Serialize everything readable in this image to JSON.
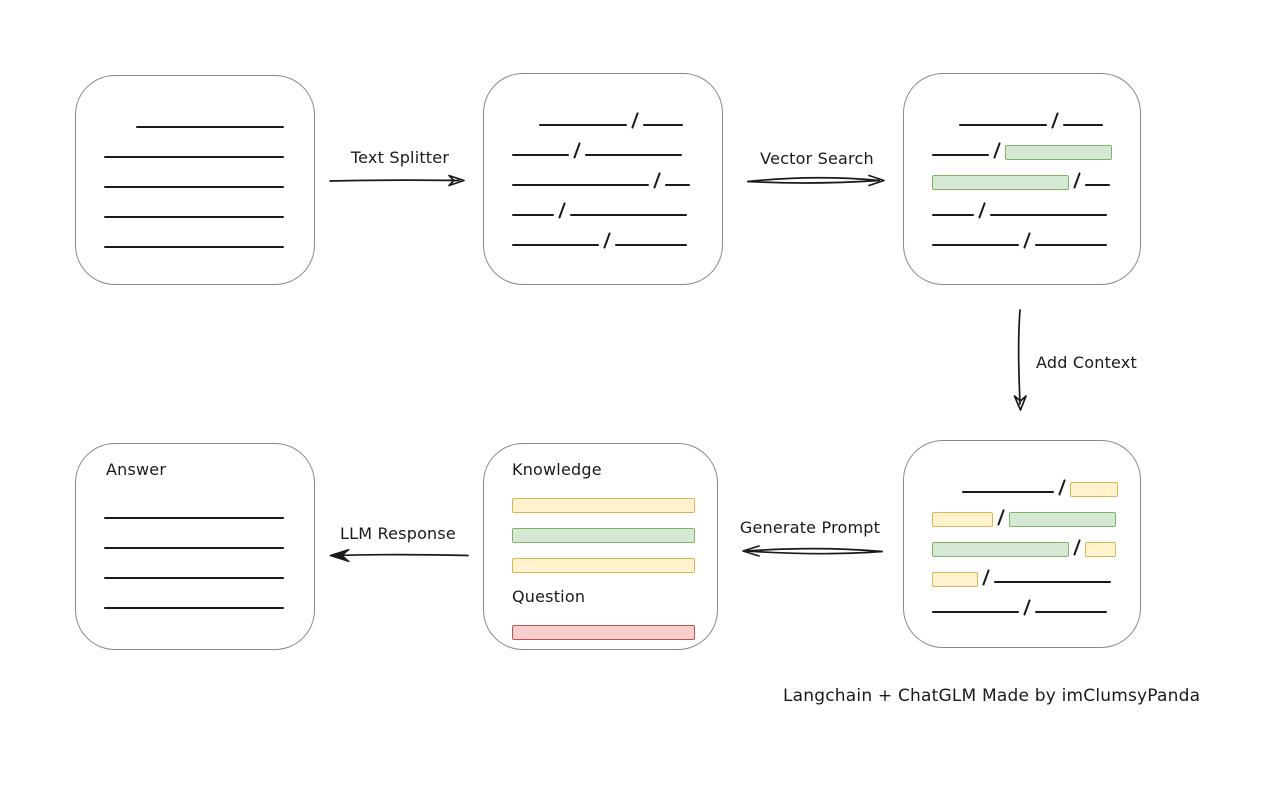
{
  "caption": "Langchain + ChatGLM Made by imClumsyPanda",
  "colors": {
    "background": "#ffffff",
    "line_color": "#1a1a1a",
    "box_border": "#8a8a8a",
    "green_fill": "#d5e8d4",
    "green_border": "#82b366",
    "yellow_fill": "#fff2cc",
    "yellow_border": "#d6b656",
    "red_fill": "#f8cecc",
    "red_border": "#b85450"
  },
  "arrows": {
    "text_splitter": {
      "label": "Text Splitter"
    },
    "vector_search": {
      "label": "Vector Search"
    },
    "add_context": {
      "label": "Add Context"
    },
    "generate_prompt": {
      "label": "Generate Prompt"
    },
    "llm_response": {
      "label": "LLM Response"
    }
  },
  "boxes": {
    "document": {
      "rows": [
        [
          {
            "kind": "gap",
            "w": 32
          },
          {
            "kind": "line",
            "w": 148
          }
        ],
        [
          {
            "kind": "line",
            "w": 180
          }
        ],
        [
          {
            "kind": "line",
            "w": 180
          }
        ],
        [
          {
            "kind": "line",
            "w": 180
          }
        ],
        [
          {
            "kind": "line",
            "w": 180
          }
        ]
      ]
    },
    "split_text": {
      "rows": [
        [
          {
            "kind": "gap",
            "w": 27
          },
          {
            "kind": "line",
            "w": 88
          },
          {
            "kind": "slash"
          },
          {
            "kind": "line",
            "w": 40
          }
        ],
        [
          {
            "kind": "line",
            "w": 57
          },
          {
            "kind": "slash"
          },
          {
            "kind": "line",
            "w": 97
          }
        ],
        [
          {
            "kind": "line",
            "w": 137
          },
          {
            "kind": "slash"
          },
          {
            "kind": "line",
            "w": 25
          }
        ],
        [
          {
            "kind": "line",
            "w": 42
          },
          {
            "kind": "slash"
          },
          {
            "kind": "line",
            "w": 117
          }
        ],
        [
          {
            "kind": "line",
            "w": 87
          },
          {
            "kind": "slash"
          },
          {
            "kind": "line",
            "w": 72
          }
        ]
      ]
    },
    "vector_matched": {
      "rows": [
        [
          {
            "kind": "gap",
            "w": 27
          },
          {
            "kind": "line",
            "w": 88
          },
          {
            "kind": "slash"
          },
          {
            "kind": "line",
            "w": 40
          }
        ],
        [
          {
            "kind": "line",
            "w": 57
          },
          {
            "kind": "slash"
          },
          {
            "kind": "green",
            "w": 107
          }
        ],
        [
          {
            "kind": "green",
            "w": 137
          },
          {
            "kind": "slash"
          },
          {
            "kind": "line",
            "w": 25
          }
        ],
        [
          {
            "kind": "line",
            "w": 42
          },
          {
            "kind": "slash"
          },
          {
            "kind": "line",
            "w": 117
          }
        ],
        [
          {
            "kind": "line",
            "w": 87
          },
          {
            "kind": "slash"
          },
          {
            "kind": "line",
            "w": 72
          }
        ]
      ]
    },
    "context_merged": {
      "rows": [
        [
          {
            "kind": "gap",
            "w": 30
          },
          {
            "kind": "line",
            "w": 92
          },
          {
            "kind": "slash"
          },
          {
            "kind": "yellow",
            "w": 48
          }
        ],
        [
          {
            "kind": "yellow",
            "w": 61
          },
          {
            "kind": "slash"
          },
          {
            "kind": "green",
            "w": 107
          }
        ],
        [
          {
            "kind": "green",
            "w": 137
          },
          {
            "kind": "slash"
          },
          {
            "kind": "yellow",
            "w": 31
          }
        ],
        [
          {
            "kind": "yellow",
            "w": 46
          },
          {
            "kind": "slash"
          },
          {
            "kind": "line",
            "w": 117
          }
        ],
        [
          {
            "kind": "line",
            "w": 87
          },
          {
            "kind": "slash"
          },
          {
            "kind": "line",
            "w": 72
          }
        ]
      ]
    },
    "prompt": {
      "knowledge_label": "Knowledge",
      "question_label": "Question",
      "knowledge_rows": [
        [
          {
            "kind": "yellow",
            "w": 183
          }
        ],
        [
          {
            "kind": "green",
            "w": 183
          }
        ],
        [
          {
            "kind": "yellow",
            "w": 183
          }
        ]
      ],
      "question_rows": [
        [
          {
            "kind": "red",
            "w": 183
          }
        ]
      ]
    },
    "answer": {
      "label": "Answer",
      "rows": [
        [
          {
            "kind": "line",
            "w": 180
          }
        ],
        [
          {
            "kind": "line",
            "w": 180
          }
        ],
        [
          {
            "kind": "line",
            "w": 180
          }
        ],
        [
          {
            "kind": "line",
            "w": 180
          }
        ]
      ]
    }
  }
}
